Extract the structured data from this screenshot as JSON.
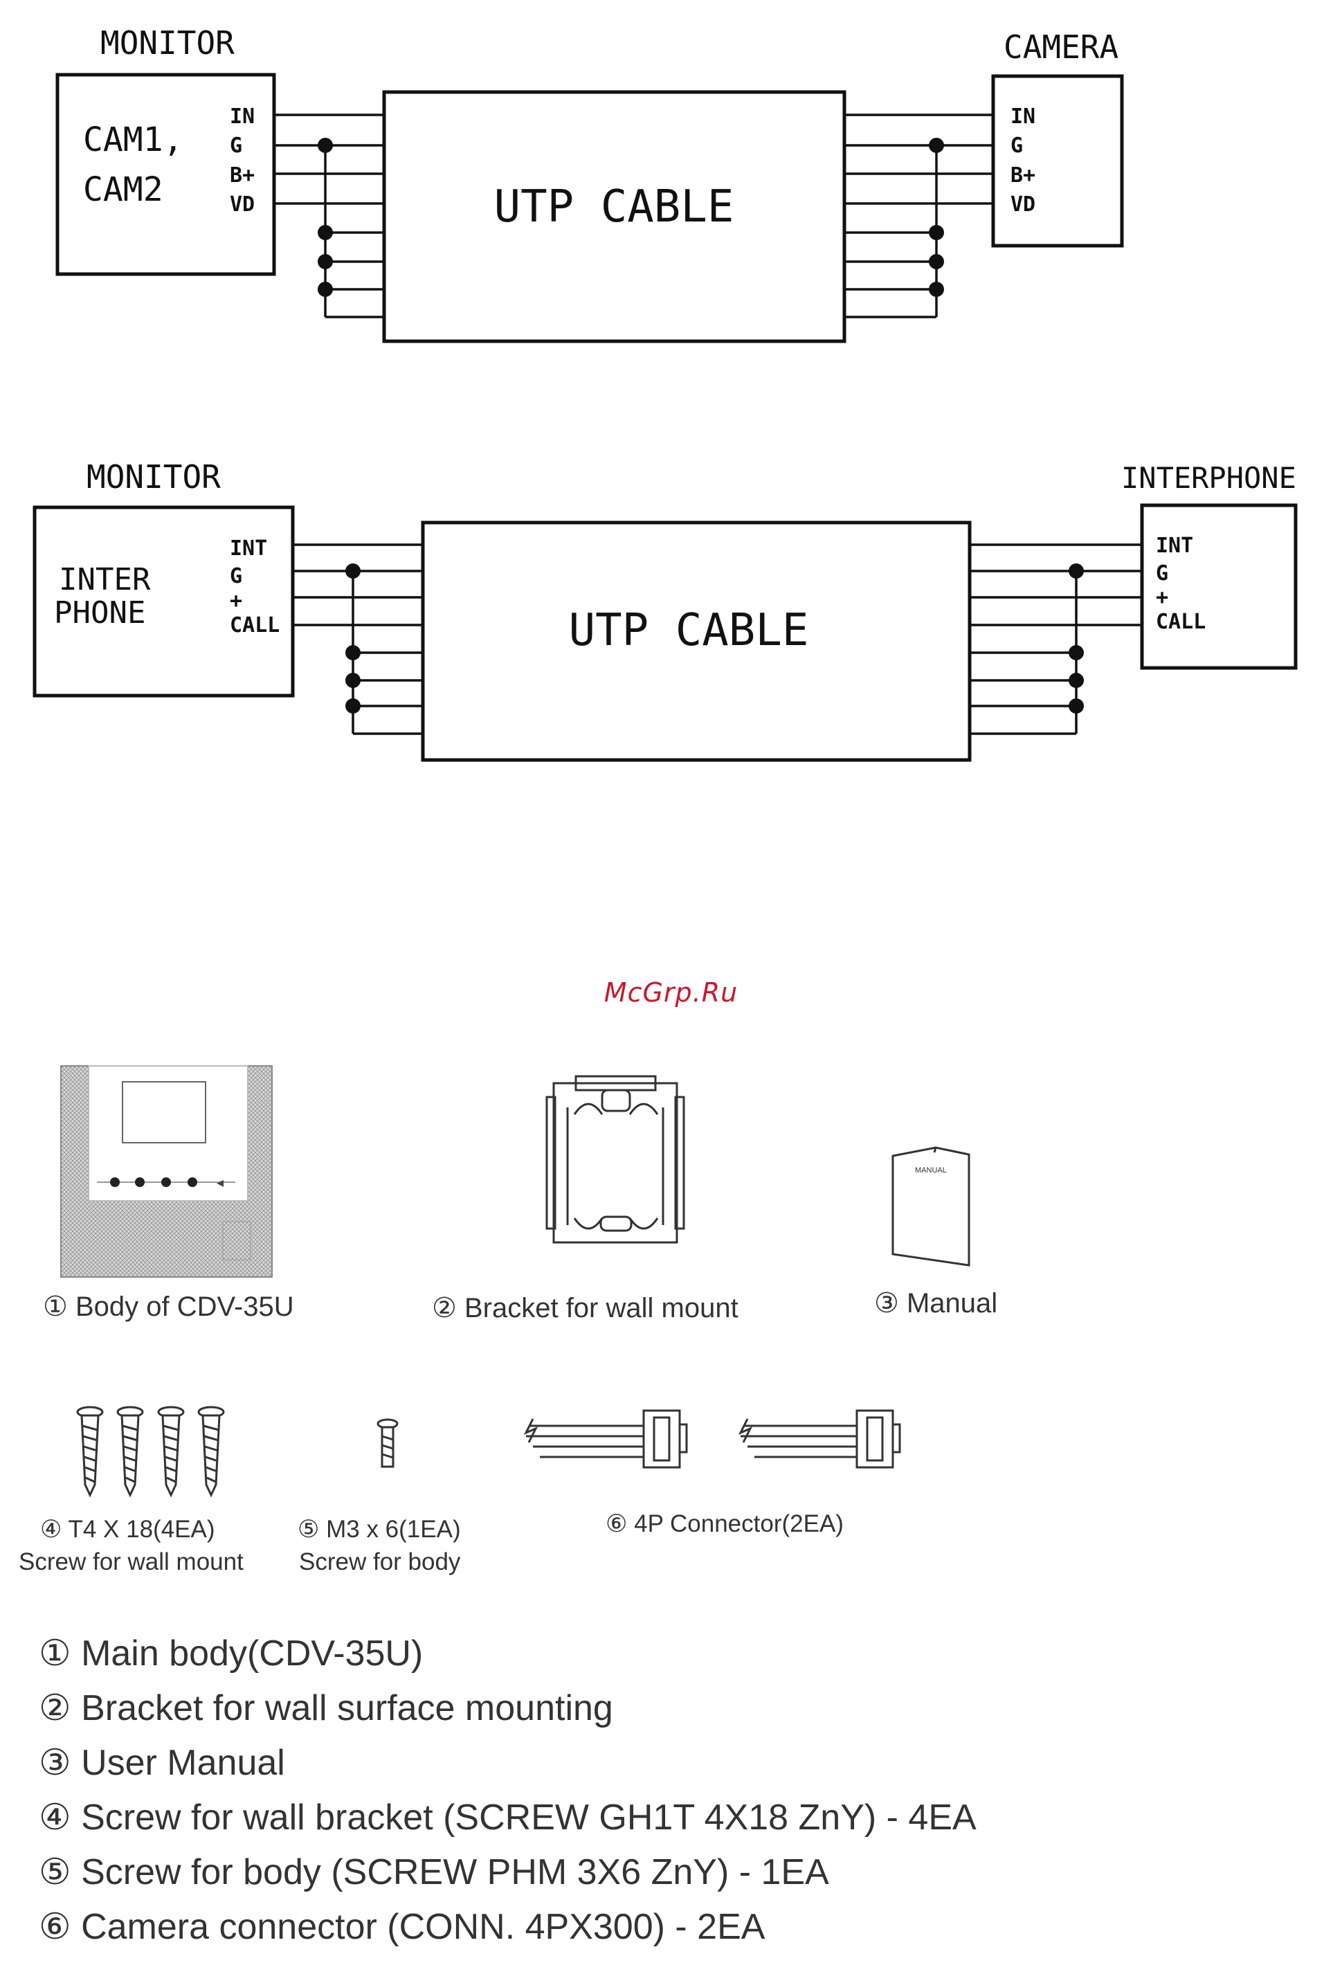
{
  "diagram1": {
    "left_title": "MONITOR",
    "left_box_lines": [
      "CAM1,",
      "CAM2"
    ],
    "left_pins": [
      "IN",
      "G",
      "B+",
      "VD"
    ],
    "center_label": "UTP CABLE",
    "right_title": "CAMERA",
    "right_pins": [
      "IN",
      "G",
      "B+",
      "VD"
    ]
  },
  "diagram2": {
    "left_title": "MONITOR",
    "left_box_lines": [
      "INTER",
      "PHONE"
    ],
    "left_pins": [
      "INT",
      "G",
      "+",
      "CALL"
    ],
    "center_label": "UTP CABLE",
    "right_title": "INTERPHONE",
    "right_pins": [
      "INT",
      "G",
      "+",
      "CALL"
    ]
  },
  "watermark": "McGrp.Ru",
  "components": {
    "body": "① Body of CDV-35U",
    "bracket": "② Bracket for wall mount",
    "manual": "③ Manual",
    "screw_wall_line1": "④ T4 X 18(4EA)",
    "screw_wall_line2": "Screw for wall mount",
    "screw_body_line1": "⑤ M3 x 6(1EA)",
    "screw_body_line2": "Screw for body",
    "connector": "⑥ 4P Connector(2EA)",
    "manual_cover_text": "MANUAL"
  },
  "parts_list": [
    "① Main body(CDV-35U)",
    "② Bracket for wall surface mounting",
    "③ User Manual",
    "④ Screw for wall bracket (SCREW GH1T 4X18 ZnY) - 4EA",
    "⑤ Screw for body (SCREW PHM 3X6 ZnY) - 1EA",
    "⑥ Camera connector (CONN. 4PX300) - 2EA"
  ]
}
